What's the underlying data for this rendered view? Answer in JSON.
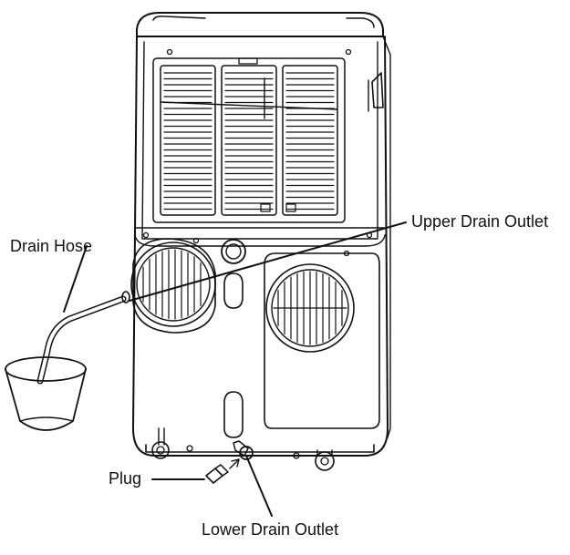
{
  "labels": {
    "upper_drain_outlet": "Upper Drain Outlet",
    "drain_hose": "Drain Hose",
    "plug": "Plug",
    "lower_drain_outlet": "Lower Drain Outlet"
  },
  "colors": {
    "line": "#111111",
    "background": "#ffffff"
  }
}
